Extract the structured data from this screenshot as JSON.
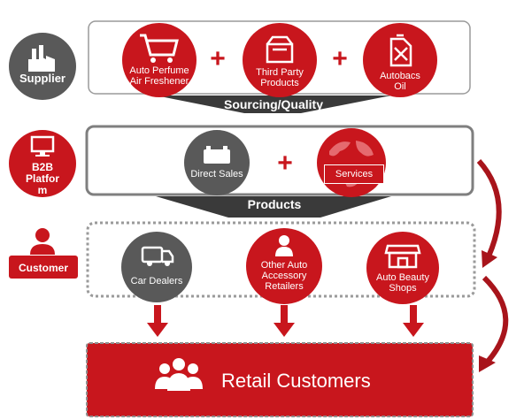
{
  "roles": {
    "supplier": "Supplier",
    "b2b_line1": "B2B",
    "b2b_line2": "Platfor",
    "b2b_line3": "m",
    "customer": "Customer"
  },
  "supply": {
    "items": [
      {
        "line1": "Auto Perfume",
        "line2": "Air Freshener",
        "icon": "shopping-cart-icon"
      },
      {
        "line1": "Third Party",
        "line2": "Products",
        "icon": "product-box-icon"
      },
      {
        "line1": "Autobacs",
        "line2": "Oil",
        "icon": "oil-can-icon"
      }
    ],
    "plus": "+",
    "funnel_label": "Sourcing/Quality"
  },
  "platform": {
    "direct_sales": "Direct Sales",
    "plus": "+",
    "services": "Services",
    "funnel_label": "Products"
  },
  "customers": {
    "items": [
      {
        "line1": "Car Dealers",
        "line2": "",
        "line3": "",
        "icon": "truck-icon"
      },
      {
        "line1": "Other Auto",
        "line2": "Accessory",
        "line3": "Retailers",
        "icon": "person-icon"
      },
      {
        "line1": "Auto Beauty",
        "line2": "Shops",
        "line3": "",
        "icon": "shop-icon"
      }
    ]
  },
  "retail": {
    "label": "Retail Customers",
    "icon": "people-group-icon"
  },
  "colors": {
    "brand_red": "#c8161d",
    "dark_gray": "#595959",
    "border_gray": "#7f7f7f",
    "funnel": "#3a3a3a"
  }
}
